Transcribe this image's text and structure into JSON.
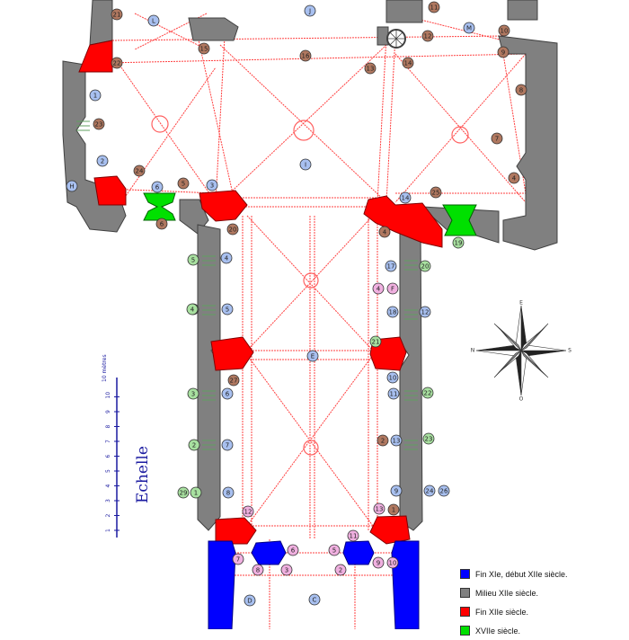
{
  "legend": {
    "items": [
      {
        "label": "Fin XIe, début XIIe siècle.",
        "color": "#0000ff"
      },
      {
        "label": "Milieu XIIe siècle.",
        "color": "#808080"
      },
      {
        "label": "Fin XIIe  siècle.",
        "color": "#ff0000"
      },
      {
        "label": "XVIIe siècle.",
        "color": "#00e000"
      }
    ]
  },
  "scale": {
    "title": "Echelle",
    "unit": "10 mètres",
    "ticks": [
      "1",
      "2",
      "3",
      "4",
      "5",
      "6",
      "7",
      "8",
      "9",
      "10"
    ]
  },
  "compass": {
    "n": "N",
    "s": "S",
    "e": "E",
    "o": "O"
  },
  "marker_colors": {
    "blue": "#a8c0f0",
    "brown": "#b07860",
    "green": "#a8e0a0",
    "pink": "#f0b0e0"
  },
  "markers": [
    {
      "label": "21",
      "color": "brown"
    },
    {
      "label": "L",
      "color": "blue"
    },
    {
      "label": "J",
      "color": "blue"
    },
    {
      "label": "11",
      "color": "brown"
    },
    {
      "label": "M",
      "color": "blue"
    },
    {
      "label": "10",
      "color": "brown"
    },
    {
      "label": "15",
      "color": "brown"
    },
    {
      "label": "16",
      "color": "brown"
    },
    {
      "label": "12",
      "color": "brown"
    },
    {
      "label": "13",
      "color": "brown"
    },
    {
      "label": "9",
      "color": "brown"
    },
    {
      "label": "22",
      "color": "brown"
    },
    {
      "label": "14",
      "color": "brown"
    },
    {
      "label": "8",
      "color": "brown"
    },
    {
      "label": "1",
      "color": "blue"
    },
    {
      "label": "23",
      "color": "brown"
    },
    {
      "label": "7",
      "color": "brown"
    },
    {
      "label": "2",
      "color": "blue"
    },
    {
      "label": "I",
      "color": "blue"
    },
    {
      "label": "24",
      "color": "brown"
    },
    {
      "label": "6",
      "color": "blue"
    },
    {
      "label": "5",
      "color": "brown"
    },
    {
      "label": "3",
      "color": "blue"
    },
    {
      "label": "H",
      "color": "blue"
    },
    {
      "label": "25",
      "color": "brown"
    },
    {
      "label": "4",
      "color": "brown"
    },
    {
      "label": "6",
      "color": "brown"
    },
    {
      "label": "14",
      "color": "blue"
    },
    {
      "label": "5",
      "color": "green"
    },
    {
      "label": "20",
      "color": "brown"
    },
    {
      "label": "4",
      "color": "brown"
    },
    {
      "label": "19",
      "color": "green"
    },
    {
      "label": "5",
      "color": "green"
    },
    {
      "label": "4",
      "color": "blue"
    },
    {
      "label": "17",
      "color": "blue"
    },
    {
      "label": "20",
      "color": "green"
    },
    {
      "label": "F",
      "color": "pink"
    },
    {
      "label": "4",
      "color": "pink"
    },
    {
      "label": "18",
      "color": "blue"
    },
    {
      "label": "4",
      "color": "green"
    },
    {
      "label": "5",
      "color": "blue"
    },
    {
      "label": "12",
      "color": "blue"
    },
    {
      "label": "21",
      "color": "green"
    },
    {
      "label": "E",
      "color": "blue"
    },
    {
      "label": "27",
      "color": "brown"
    },
    {
      "label": "10",
      "color": "blue"
    },
    {
      "label": "3",
      "color": "green"
    },
    {
      "label": "6",
      "color": "blue"
    },
    {
      "label": "11",
      "color": "blue"
    },
    {
      "label": "22",
      "color": "green"
    },
    {
      "label": "2",
      "color": "green"
    },
    {
      "label": "7",
      "color": "blue"
    },
    {
      "label": "2",
      "color": "brown"
    },
    {
      "label": "13",
      "color": "blue"
    },
    {
      "label": "23",
      "color": "green"
    },
    {
      "label": "29",
      "color": "green"
    },
    {
      "label": "1",
      "color": "green"
    },
    {
      "label": "8",
      "color": "blue"
    },
    {
      "label": "9",
      "color": "blue"
    },
    {
      "label": "24",
      "color": "blue"
    },
    {
      "label": "26",
      "color": "blue"
    },
    {
      "label": "12",
      "color": "pink"
    },
    {
      "label": "13",
      "color": "pink"
    },
    {
      "label": "1",
      "color": "brown"
    },
    {
      "label": "11",
      "color": "pink"
    },
    {
      "label": "7",
      "color": "pink"
    },
    {
      "label": "6",
      "color": "pink"
    },
    {
      "label": "5",
      "color": "pink"
    },
    {
      "label": "10",
      "color": "pink"
    },
    {
      "label": "8",
      "color": "pink"
    },
    {
      "label": "3",
      "color": "pink"
    },
    {
      "label": "2",
      "color": "pink"
    },
    {
      "label": "9",
      "color": "pink"
    },
    {
      "label": "D",
      "color": "blue"
    },
    {
      "label": "C",
      "color": "blue"
    }
  ]
}
